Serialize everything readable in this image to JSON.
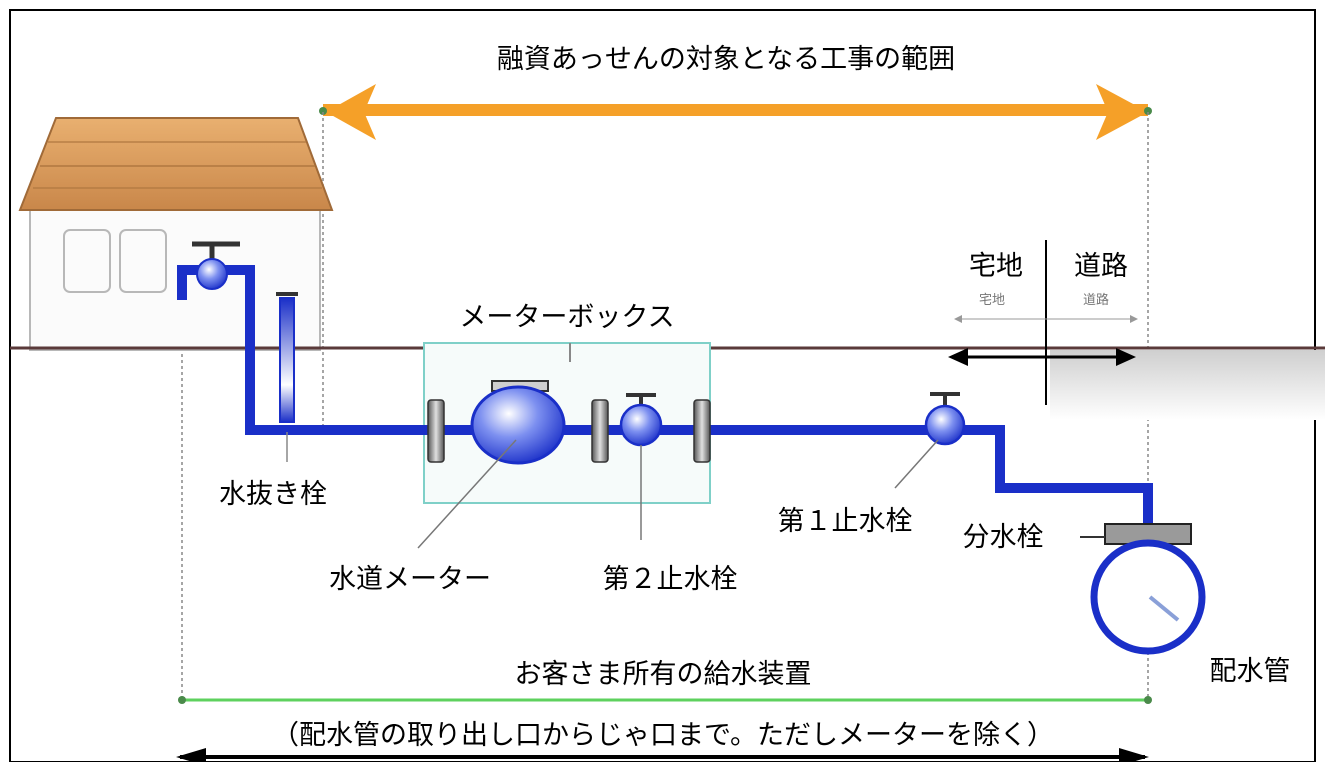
{
  "title": "融資あっせんの対象となる工事の範囲",
  "labels": {
    "meter_box": "メーターボックス",
    "drain_valve": "水抜き栓",
    "water_meter": "水道メーター",
    "stop_valve_2": "第２止水栓",
    "stop_valve_1": "第１止水栓",
    "branch_valve": "分水栓",
    "distribution_pipe": "配水管",
    "residential": "宅地",
    "road": "道路",
    "residential_small": "宅地",
    "road_small": "道路"
  },
  "bottom": {
    "owned_equipment": "お客さま所有の給水装置",
    "range_note": "（配水管の取り出し口からじゃ口まで。ただしメーターを除く）"
  },
  "colors": {
    "pipe": "#1a2fc8",
    "arrow_orange": "#f5a028",
    "arrow_green": "#5ed15e",
    "ground": "#5a3a3a",
    "meter_box": "#7fd0c8"
  }
}
